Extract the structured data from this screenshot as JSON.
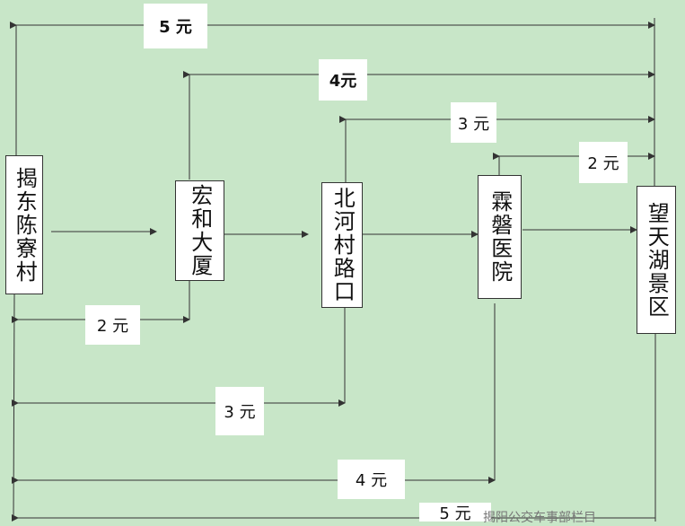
{
  "stops": [
    {
      "id": "s1",
      "label": "揭东陈寮村"
    },
    {
      "id": "s2",
      "label": "宏和大厦"
    },
    {
      "id": "s3",
      "label": "北河村路口"
    },
    {
      "id": "s4",
      "label": "霖磐医院"
    },
    {
      "id": "s5",
      "label": "望天湖景区"
    }
  ],
  "fares_top": [
    {
      "label": "5 元",
      "from": "揭东陈寮村",
      "to": "望天湖景区"
    },
    {
      "label": "4元",
      "from": "宏和大厦",
      "to": "望天湖景区"
    },
    {
      "label": "3 元",
      "from": "北河村路口",
      "to": "望天湖景区"
    },
    {
      "label": "2 元",
      "from": "霖磐医院",
      "to": "望天湖景区"
    }
  ],
  "fares_bottom": [
    {
      "label": "2 元",
      "from": "揭东陈寮村",
      "to": "宏和大厦"
    },
    {
      "label": "3 元",
      "from": "揭东陈寮村",
      "to": "北河村路口"
    },
    {
      "label": "4 元",
      "from": "揭东陈寮村",
      "to": "霖磐医院"
    },
    {
      "label": "5 元",
      "from": "揭东陈寮村",
      "to": "望天湖景区"
    }
  ],
  "watermark": "揭阳公交车事部栏目",
  "colors": {
    "background": "#c8e6c8",
    "line": "#333333",
    "box": "#ffffff"
  }
}
